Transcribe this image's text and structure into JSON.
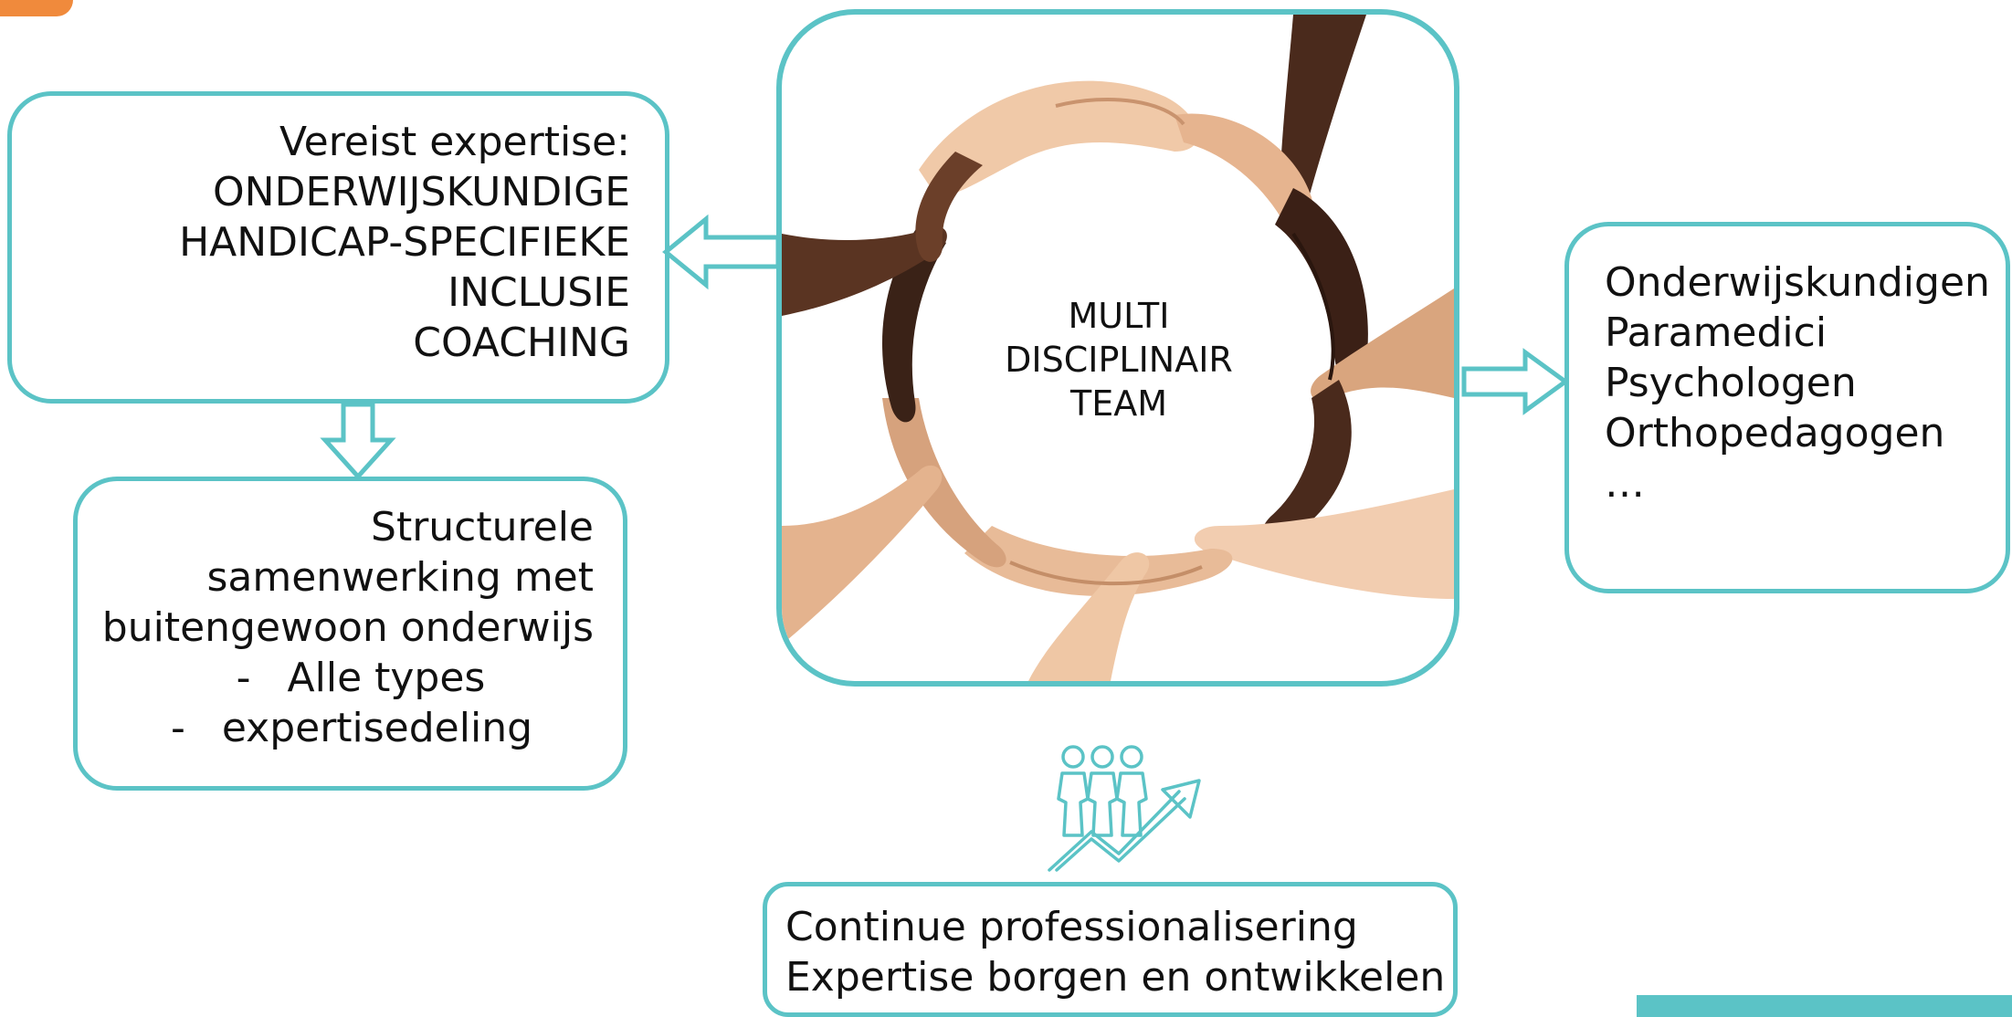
{
  "center": {
    "label_lines": [
      "MULTI",
      "DISCIPLINAIR",
      "TEAM"
    ]
  },
  "expertise_box": {
    "lines": [
      "Vereist expertise:",
      "ONDERWIJSKUNDIGE",
      "HANDICAP-SPECIFIEKE",
      "INCLUSIE",
      "COACHING"
    ]
  },
  "cooperation_box": {
    "lines": [
      "Structurele",
      "samenwerking met",
      "buitengewoon onderwijs"
    ],
    "bullets": [
      "Alle types",
      "expertisedeling"
    ],
    "bullet_marker": "-"
  },
  "disciplines_box": {
    "lines": [
      "Onderwijskundigen",
      "Paramedici",
      "Psychologen",
      "Orthopedagogen",
      "…"
    ]
  },
  "professional_box": {
    "lines": [
      "Continue professionalisering",
      "Expertise borgen en ontwikkelen"
    ]
  },
  "icons": {
    "growth": "team-growth-icon",
    "hands": "hands-circle-image"
  },
  "colors": {
    "teal": "#5bc3c6",
    "orange": "#f08a3c",
    "text": "#111111"
  }
}
